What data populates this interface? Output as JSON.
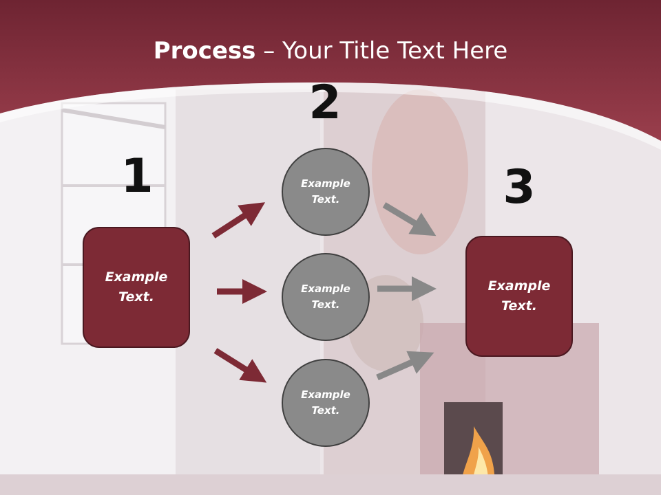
{
  "slide": {
    "title_bold": "Process",
    "title_rest": " – Your Title Text Here"
  },
  "steps": {
    "one": "1",
    "two": "2",
    "three": "3"
  },
  "left_box": {
    "text": "Example Text."
  },
  "circles": [
    {
      "text": "Example Text."
    },
    {
      "text": "Example Text."
    },
    {
      "text": "Example Text."
    }
  ],
  "right_box": {
    "text": "Example Text."
  },
  "colors": {
    "banner": "#7a2a38",
    "box_fill": "#7d2a35",
    "circle_fill": "#8a8a8a",
    "arrow_red": "#7d2a35",
    "arrow_gray": "#888888"
  }
}
